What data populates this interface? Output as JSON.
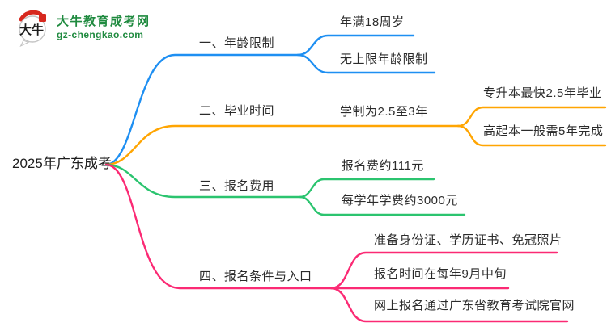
{
  "brand": {
    "name": "大牛教育成考网",
    "domain": "gz-chengkao.com",
    "icon_text": "大牛",
    "brand_color": "#1F8A3F",
    "seal_color": "#D7281E"
  },
  "root": {
    "label": "2025年广东成考"
  },
  "branches": [
    {
      "label": "一、年龄限制",
      "color": "#1E8FF2",
      "children": [
        {
          "label": "年满18周岁"
        },
        {
          "label": "无上限年龄限制"
        }
      ]
    },
    {
      "label": "二、毕业时间",
      "color": "#FFA502",
      "children": [
        {
          "label": "学制为2.5至3年",
          "children": [
            {
              "label": "专升本最快2.5年毕业"
            },
            {
              "label": "高起本一般需5年完成"
            }
          ]
        }
      ]
    },
    {
      "label": "三、报名费用",
      "color": "#2BC46F",
      "children": [
        {
          "label": "报名费约111元"
        },
        {
          "label": "每学年学费约3000元"
        }
      ]
    },
    {
      "label": "四、报名条件与入口",
      "color": "#FB2A74",
      "children": [
        {
          "label": "准备身份证、学历证书、免冠照片"
        },
        {
          "label": "报名时间在每年9月中旬"
        },
        {
          "label": "网上报名通过广东省教育考试院官网"
        }
      ]
    }
  ]
}
